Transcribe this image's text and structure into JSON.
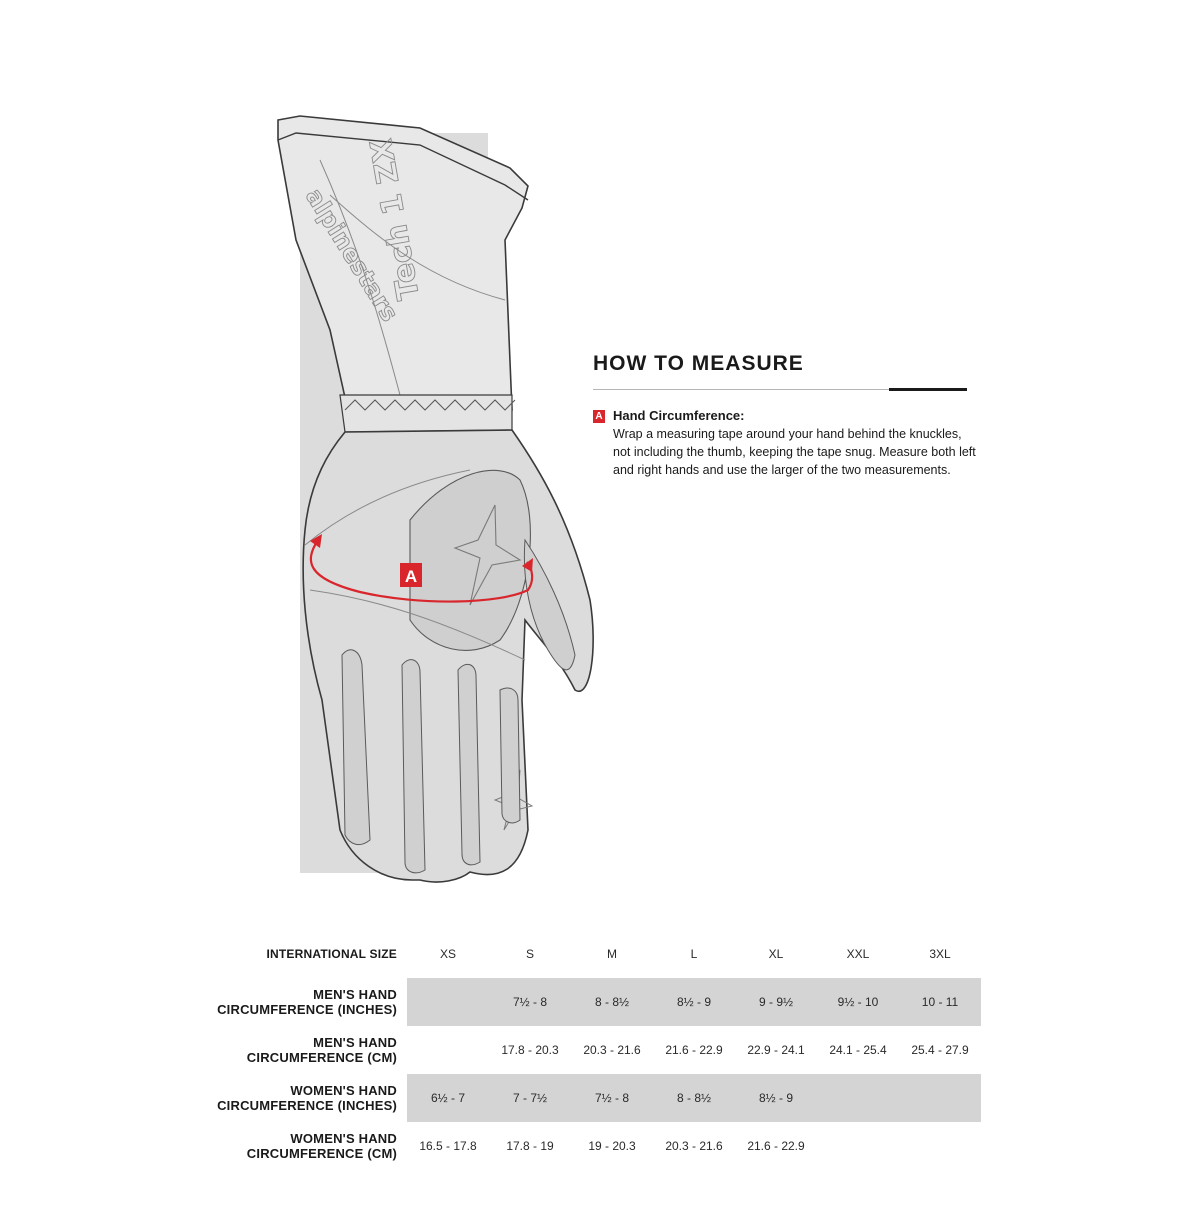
{
  "illustration": {
    "brand_mark": "Tech 1 ZX",
    "marker_label": "A",
    "colors": {
      "accent": "#d9262c",
      "outline": "#3a3a3a",
      "fill": "#d8d8d8",
      "shade": "#c6c6c6"
    }
  },
  "how_to_measure": {
    "title": "HOW TO MEASURE",
    "item": {
      "badge": "A",
      "title": "Hand Circumference:",
      "text": "Wrap a measuring tape around your hand behind the knuckles, not including the thumb, keeping the tape snug. Measure both left and right hands and use the larger of the two measurements."
    }
  },
  "size_table": {
    "header_label": "INTERNATIONAL SIZE",
    "sizes": [
      "XS",
      "S",
      "M",
      "L",
      "XL",
      "XXL",
      "3XL"
    ],
    "rows": [
      {
        "label_line1": "MEN'S HAND",
        "label_line2": "CIRCUMFERENCE (INCHES)",
        "shaded": true,
        "values": [
          "",
          "7½ - 8",
          "8 - 8½",
          "8½ - 9",
          "9 - 9½",
          "9½ - 10",
          "10 - 11"
        ]
      },
      {
        "label_line1": "MEN'S HAND",
        "label_line2": "CIRCUMFERENCE (CM)",
        "shaded": false,
        "values": [
          "",
          "17.8 - 20.3",
          "20.3 - 21.6",
          "21.6 - 22.9",
          "22.9 - 24.1",
          "24.1 - 25.4",
          "25.4 - 27.9"
        ]
      },
      {
        "label_line1": "WOMEN'S HAND",
        "label_line2": "CIRCUMFERENCE (INCHES)",
        "shaded": true,
        "values": [
          "6½ - 7",
          "7 - 7½",
          "7½ - 8",
          "8 - 8½",
          "8½ - 9",
          "",
          ""
        ]
      },
      {
        "label_line1": "WOMEN'S HAND",
        "label_line2": "CIRCUMFERENCE (CM)",
        "shaded": false,
        "values": [
          "16.5 - 17.8",
          "17.8 - 19",
          "19 - 20.3",
          "20.3 - 21.6",
          "21.6 - 22.9",
          "",
          ""
        ]
      }
    ]
  }
}
